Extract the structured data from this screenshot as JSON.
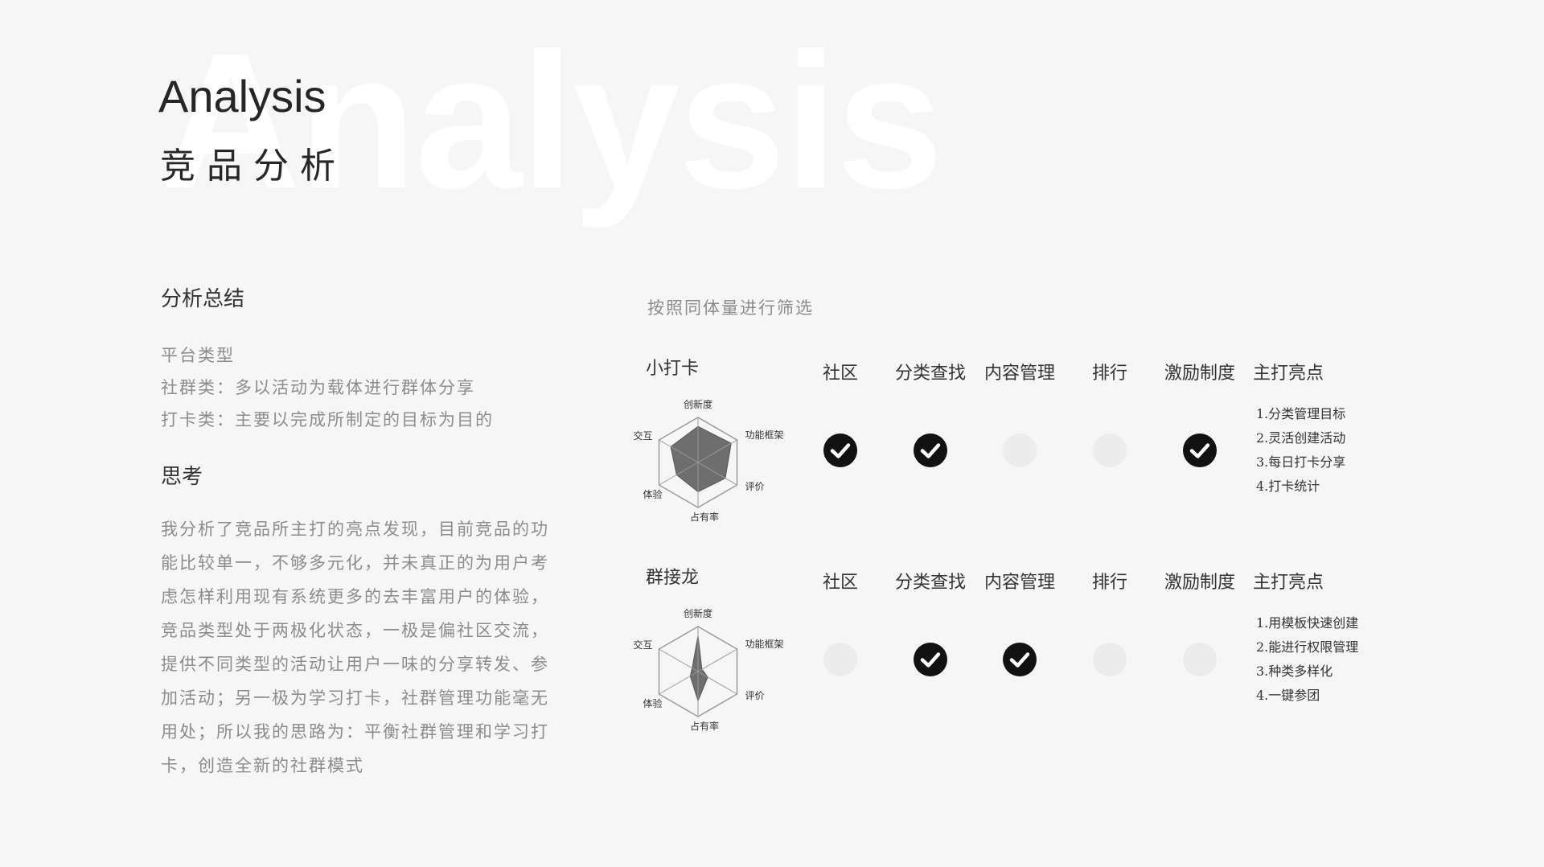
{
  "header": {
    "bg_word": "Analysis",
    "title_en": "Analysis",
    "title_zh": "竞品分析"
  },
  "summary": {
    "heading": "分析总结",
    "lines": [
      "平台类型",
      "社群类：多以活动为载体进行群体分享",
      "打卡类：主要以完成所制定的目标为目的"
    ]
  },
  "thinking": {
    "heading": "思考",
    "body": "我分析了竞品所主打的亮点发现，目前竞品的功能比较单一，不够多元化，并未真正的为用户考虑怎样利用现有系统更多的去丰富用户的体验，竞品类型处于两极化状态，一极是偏社区交流，提供不同类型的活动让用户一味的分享转发、参加活动；另一极为学习打卡，社群管理功能毫无用处；所以我的思路为：平衡社群管理和学习打卡，创造全新的社群模式"
  },
  "comparison": {
    "filter_note": "按照同体量进行筛选",
    "columns": [
      "社区",
      "分类查找",
      "内容管理",
      "排行",
      "激励制度",
      "主打亮点"
    ],
    "radar_axes": [
      "创新度",
      "功能框架",
      "评价",
      "占有率",
      "体验",
      "交互"
    ],
    "colors": {
      "check": "#111111",
      "empty": "#ececec",
      "radar_fill": "#6e6e6e",
      "grid": "#9a9a9a"
    },
    "apps": [
      {
        "name": "小打卡",
        "features": [
          true,
          true,
          false,
          false,
          true
        ],
        "radar_values": [
          0.8,
          0.85,
          0.7,
          0.65,
          0.55,
          0.7
        ],
        "highlights": [
          "1.分类管理目标",
          "2.灵活创建活动",
          "3.每日打卡分享",
          "4.打卡统计"
        ]
      },
      {
        "name": "群接龙",
        "features": [
          false,
          true,
          true,
          false,
          false
        ],
        "radar_values": [
          0.8,
          0.1,
          0.25,
          0.65,
          0.2,
          0.15
        ],
        "highlights": [
          "1.用模板快速创建",
          "2.能进行权限管理",
          "3.种类多样化",
          "4.一键参团"
        ]
      }
    ]
  }
}
